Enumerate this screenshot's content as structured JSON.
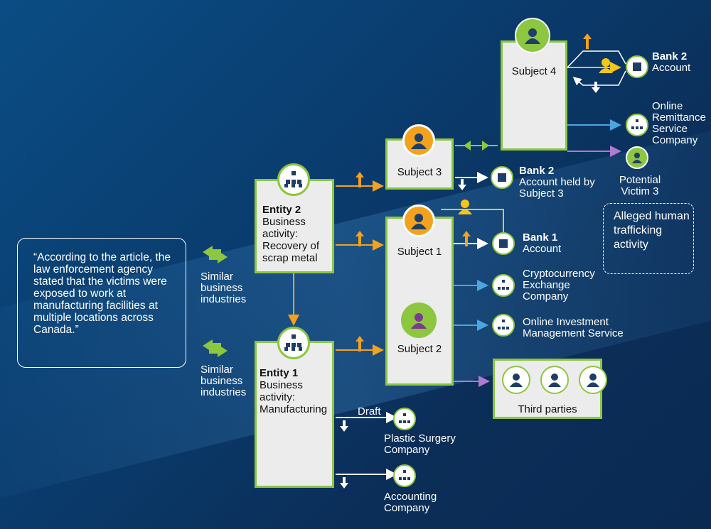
{
  "quote": "“According to the article, the law enforcement agency stated that the victims were exposed to work at manufacturing facilities at multiple locations across Canada.”",
  "similar_1": "Similar business industries",
  "similar_2": "Similar business industries",
  "entity2": {
    "title": "Entity 2",
    "desc": "Business activity: Recovery of scrap metal"
  },
  "entity1": {
    "title": "Entity 1",
    "desc": "Business activity: Manufacturing"
  },
  "subject1": "Subject 1",
  "subject2": "Subject 2",
  "subject3": "Subject 3",
  "subject4": "Subject 4",
  "bank2_top": {
    "title": "Bank 2",
    "sub": "Account"
  },
  "online_remittance": "Online Remittance Service Company",
  "potential_victim": "Potential Victim 3",
  "alleged": "Alleged human trafficking activity",
  "bank2_mid": {
    "title": "Bank 2",
    "sub": "Account held by Subject 3"
  },
  "bank1": {
    "title": "Bank 1",
    "sub": "Account"
  },
  "crypto": "Cryptocurrency Exchange Company",
  "online_invest": "Online Investment Management Service",
  "third_parties": "Third parties",
  "draft": "Draft",
  "plastic_surgery": "Plastic Surgery Company",
  "accounting": "Accounting Company",
  "colors": {
    "green": "#8dc63f",
    "orange": "#f3a21d",
    "blue": "#4aa6e0",
    "purple": "#b07ad0",
    "yellow": "#f5c518"
  }
}
